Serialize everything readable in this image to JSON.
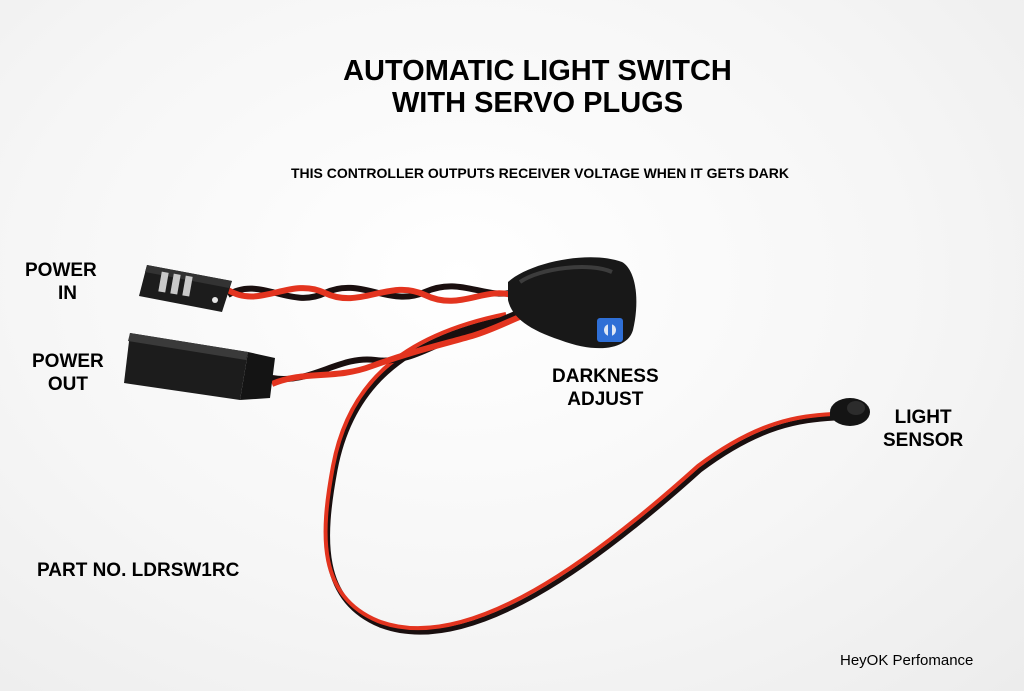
{
  "title_line1": "AUTOMATIC LIGHT SWITCH",
  "title_line2": "WITH SERVO PLUGS",
  "subtitle": "THIS CONTROLLER OUTPUTS RECEIVER VOLTAGE WHEN IT GETS DARK",
  "labels": {
    "power_in_1": "POWER",
    "power_in_2": "IN",
    "power_out_1": "POWER",
    "power_out_2": "OUT",
    "darkness_1": "DARKNESS",
    "darkness_2": "ADJUST",
    "sensor_1": "LIGHT",
    "sensor_2": "SENSOR",
    "part_number": "PART NO. LDRSW1RC",
    "brand": "HeyOK Perfomance"
  },
  "colors": {
    "wire_red": "#e3341f",
    "wire_black": "#1a0f0f",
    "plug_black": "#1c1c1c",
    "pot_blue": "#2f6fd6"
  }
}
